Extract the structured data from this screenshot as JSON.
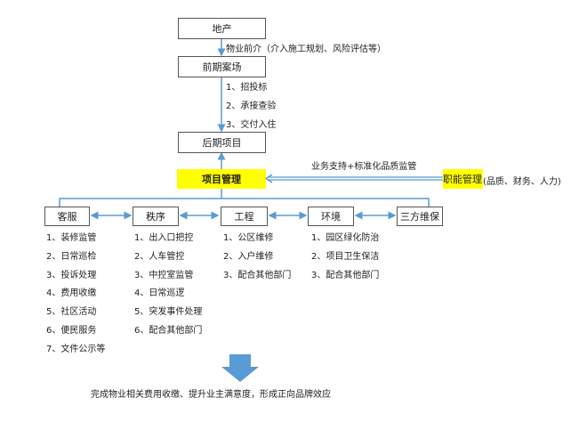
{
  "top_chain": {
    "developer": "地产",
    "early_intervention": "物业前介（介入施工规划、风险评估等）",
    "presales": "前期案场",
    "presales_steps": [
      "1、招投标",
      "2、承接查验",
      "3、交付入住"
    ],
    "later_project": "后期项目"
  },
  "project_management": "项目管理",
  "support_label": "业务支持+标准化品质监管",
  "functional_management": {
    "label": "职能管理",
    "detail": "(品质、财务、人力)"
  },
  "departments": [
    {
      "name": "客服",
      "items": [
        "1、装修监管",
        "2、日常巡检",
        "3、投诉处理",
        "4、费用收缴",
        "5、社区活动",
        "6、便民服务",
        "7、文件公示等"
      ]
    },
    {
      "name": "秩序",
      "items": [
        "1、出入口把控",
        "2、人车管控",
        "3、中控室监管",
        "4、日常巡逻",
        "5、突发事件处理",
        "6、配合其他部门"
      ]
    },
    {
      "name": "工程",
      "items": [
        "1、公区维修",
        "2、入户维修",
        "3、配合其他部门"
      ]
    },
    {
      "name": "环境",
      "items": [
        "1、园区绿化防治",
        "2、项目卫生保洁",
        "3、配合其他部门"
      ]
    },
    {
      "name": "三方维保",
      "items": []
    }
  ],
  "outcome": "完成物业相关费用收缴、提升业主满意度，形成正向品牌效应",
  "colors": {
    "line": "#5b9bd5",
    "highlight": "#ffff00",
    "arrow": "#5b9bd5"
  }
}
